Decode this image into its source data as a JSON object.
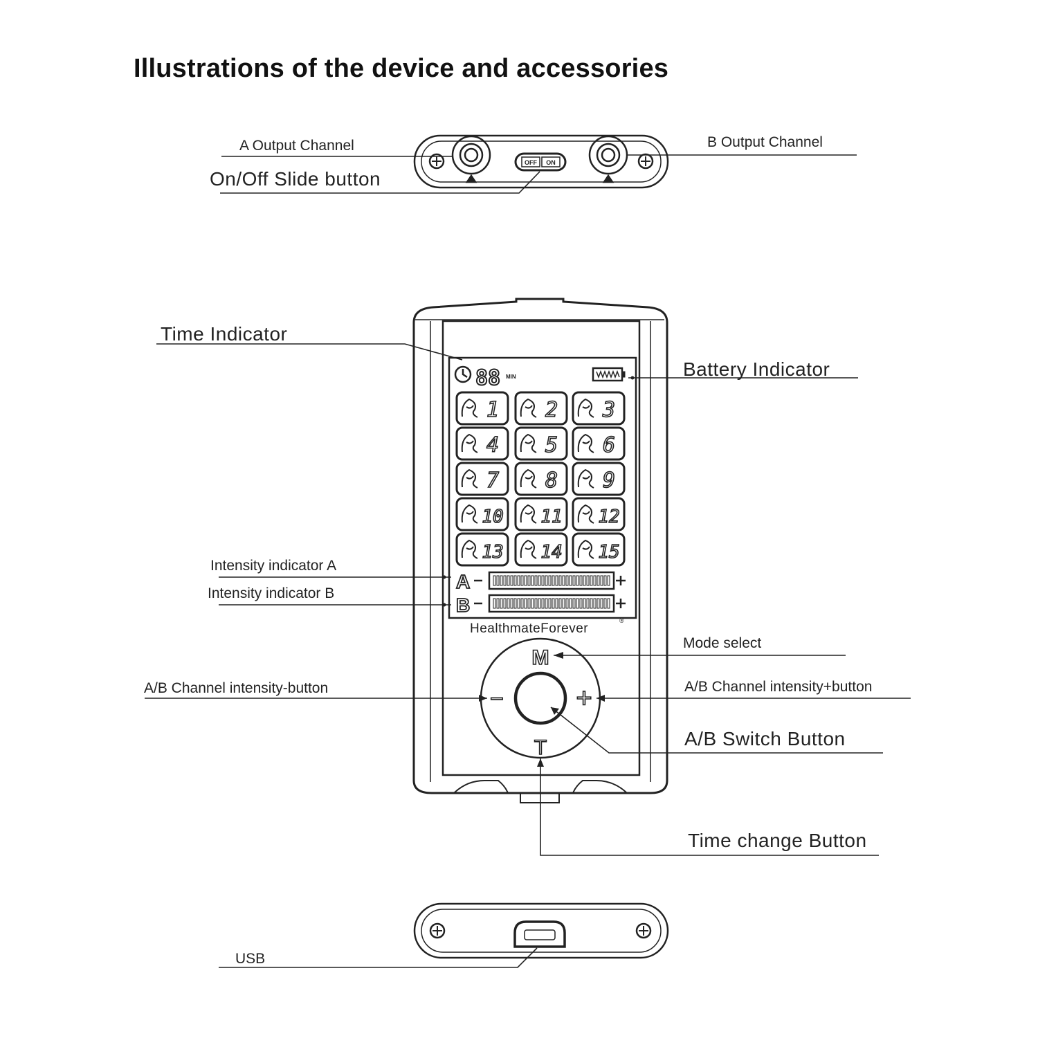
{
  "title": "Illustrations of the device and accessories",
  "labels": {
    "a_output": "A Output Channel",
    "b_output": "B Output Channel",
    "onoff": "On/Off Slide button",
    "time_indicator": "Time Indicator",
    "battery_indicator": "Battery Indicator",
    "intensity_a": "Intensity indicator A",
    "intensity_b": "Intensity indicator B",
    "mode_select": "Mode select",
    "minus_button": "A/B Channel intensity-button",
    "plus_button": "A/B Channel intensity+button",
    "switch_button": "A/B Switch Button",
    "time_change": "Time change Button",
    "usb": "USB"
  },
  "device": {
    "brand": "HealthmateForever",
    "registered_mark": "®",
    "switch_off": "OFF",
    "switch_on": "ON",
    "timer_digits": "88",
    "timer_unit": "MIN",
    "channel_a": "A",
    "channel_b": "B",
    "minus": "−",
    "plus": "+",
    "mode_key": "M",
    "time_key": "T",
    "modes": [
      "1",
      "2",
      "3",
      "4",
      "5",
      "6",
      "7",
      "8",
      "9",
      "10",
      "11",
      "12",
      "13",
      "14",
      "15"
    ]
  }
}
